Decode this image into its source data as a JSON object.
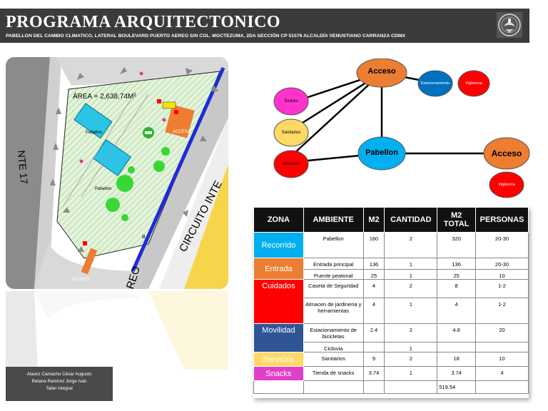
{
  "header": {
    "title": "PROGRAMA ARQUITECTONICO",
    "subtitle": "PABELLON DEL CAMBIO CLIMATICO, LATERAL BOULEVARD PUERTO AEREO S/N COL. MOCTEZUMA, 2DA SECCIÓN CP 51576 ALCALDÍA VENUSTIANO CARRANZA CDMX",
    "seal_icon": "university-seal-icon"
  },
  "map": {
    "area_label": "ÁREA = 2,638,74M²",
    "street_nte": "NTE 17",
    "street_circuito": "CIRCUITO INTE",
    "street_oreo": "REO",
    "pabellon_1": "Pabellon",
    "pabellon_2": "Pabellon",
    "acceso_top": "ACCESO",
    "acceso_bottom": "ACCESO",
    "marker_b": "B"
  },
  "credits": {
    "line1": "Alavez Camacho César Augusto",
    "line2": "Retana Ramírez Jorge Ivan",
    "line3": "Taller integral"
  },
  "diagram": {
    "nodes": {
      "acceso_top": "Acceso",
      "estacionamiento": "Estacionamiento",
      "vigilancia_top": "Vigilancia",
      "snacks": "Snacks",
      "sanitarios": "Sanitarios",
      "almacen": "Almacen",
      "pabellon": "Pabellon",
      "acceso_right": "Acceso",
      "vigilancia_bottom": "Vigilancia"
    },
    "colors": {
      "orange": "#ed7d31",
      "blue": "#0070c0",
      "light_blue": "#00b0f0",
      "red": "#ff0000",
      "magenta": "#ff33cc",
      "yellow": "#ffd966"
    }
  },
  "table": {
    "headers": [
      "ZONA",
      "AMBIENTE",
      "M2",
      "CANTIDAD",
      "M2 TOTAL",
      "PERSONAS"
    ],
    "zones": [
      {
        "name": "Recorrido",
        "color": "#00b0f0"
      },
      {
        "name": "Entrada",
        "color": "#ed7d31"
      },
      {
        "name": "Cuidados",
        "color": "#ff0000"
      },
      {
        "name": "Movilidad",
        "color": "#2f5597"
      },
      {
        "name": "Servicios",
        "color": "#ffd966"
      },
      {
        "name": "Snacks",
        "color": "#e040c8"
      }
    ],
    "rows": [
      {
        "ambiente": "Pabellon",
        "m2": "160",
        "cantidad": "2",
        "total": "320",
        "personas": "20-30"
      },
      {
        "ambiente": "Entrada principal",
        "m2": "136",
        "cantidad": "1",
        "total": "136",
        "personas": "20-30"
      },
      {
        "ambiente": "Puente peatonal",
        "m2": "25",
        "cantidad": "1",
        "total": "25",
        "personas": "10"
      },
      {
        "ambiente": "Caseta de Seguridad",
        "m2": "4",
        "cantidad": "2",
        "total": "8",
        "personas": "1-2"
      },
      {
        "ambiente": "Almacen de jardineria y herramientas",
        "m2": "4",
        "cantidad": "1",
        "total": "4",
        "personas": "1-2"
      },
      {
        "ambiente": "Estacionamiento de bicicletas",
        "m2": "2.4",
        "cantidad": "2",
        "total": "4.8",
        "personas": "20"
      },
      {
        "ambiente": "Ciclovia",
        "m2": "",
        "cantidad": "1",
        "total": "",
        "personas": ""
      },
      {
        "ambiente": "Sanitarios",
        "m2": "9",
        "cantidad": "2",
        "total": "18",
        "personas": "10"
      },
      {
        "ambiente": "Tienda de snacks",
        "m2": "3.74",
        "cantidad": "1",
        "total": "3.74",
        "personas": "4"
      }
    ],
    "grand_total": "519.54"
  }
}
